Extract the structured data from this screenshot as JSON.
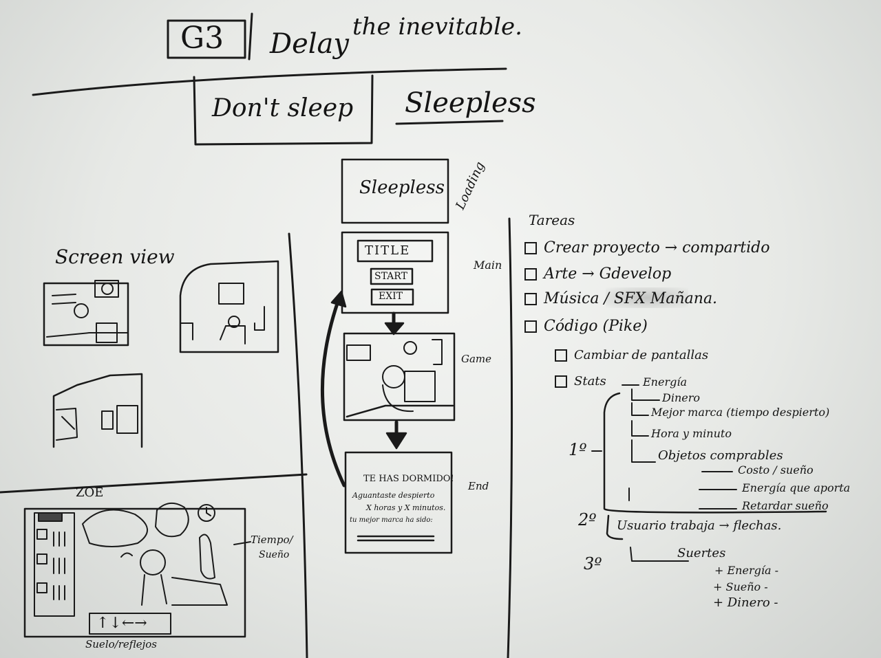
{
  "header": {
    "group": "G3",
    "theme_part1": "Delay",
    "theme_part2": "the inevitable.",
    "option_boxed": "Don't sleep",
    "option_underlined": "Sleepless"
  },
  "flow": {
    "loading_screen_title": "Sleepless",
    "loading_label": "Loading",
    "main_title": "TITLE",
    "main_start": "START",
    "main_exit": "EXIT",
    "main_label": "Main",
    "game_label": "Game",
    "end_label": "End",
    "end_line1": "TE HAS DORMIDO!",
    "end_line2": "Aguantaste despierto",
    "end_line3": "X horas y X minutos.",
    "end_line4": "tu mejor marca ha sido:"
  },
  "sketches": {
    "screen_view_label": "Screen view",
    "zoe_label": "ZOE",
    "tiempo_label": "Tiempo/",
    "sueno_label": "Sueño",
    "arrows_label": "↑↓←→",
    "suelo_label": "Suelo/reflejos"
  },
  "tasks": {
    "heading": "Tareas",
    "items": [
      "Crear proyecto → compartido",
      "Arte → Gdevelop",
      "Música / SFX Mañana.",
      "Código (Pike)"
    ],
    "sub_items": [
      "Cambiar de pantallas",
      "Stats"
    ],
    "stats": [
      "Energía",
      "Dinero",
      "Mejor marca (tiempo despierto)",
      "Hora y minuto",
      "Objetos comprables"
    ],
    "objects": [
      "Costo / sueño",
      "Energía que aporta",
      "Retardar sueño"
    ],
    "priority_1": "1º",
    "priority_2": "2º",
    "priority_3": "3º",
    "usuario_trabaja": "Usuario trabaja → flechas.",
    "suertes_heading": "Suertes",
    "suertes": [
      "+ Energía -",
      "+ Sueño -",
      "+ Dinero -"
    ]
  }
}
